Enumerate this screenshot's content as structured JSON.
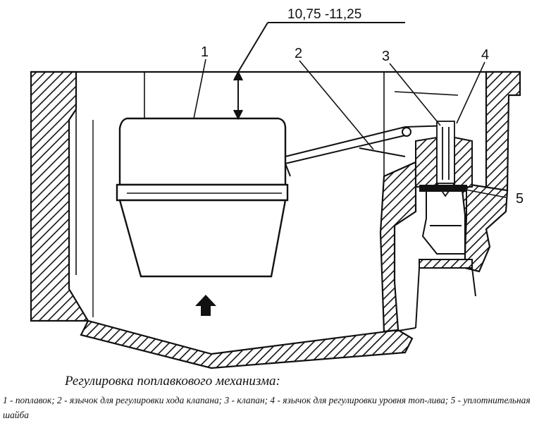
{
  "dimension": "10,75 -11,25",
  "callouts": [
    "1",
    "2",
    "3",
    "4",
    "5"
  ],
  "caption": {
    "title": "Регулировка поплавкового механизма:",
    "legend": "1 - поплавок; 2 - язычок для регулировки хода клапана; 3 - клапан; 4 - язычок для регулировки уровня топ-лива; 5 - уплотнительная шайба"
  },
  "icons": [
    "flow-direction-arrow-icon"
  ]
}
